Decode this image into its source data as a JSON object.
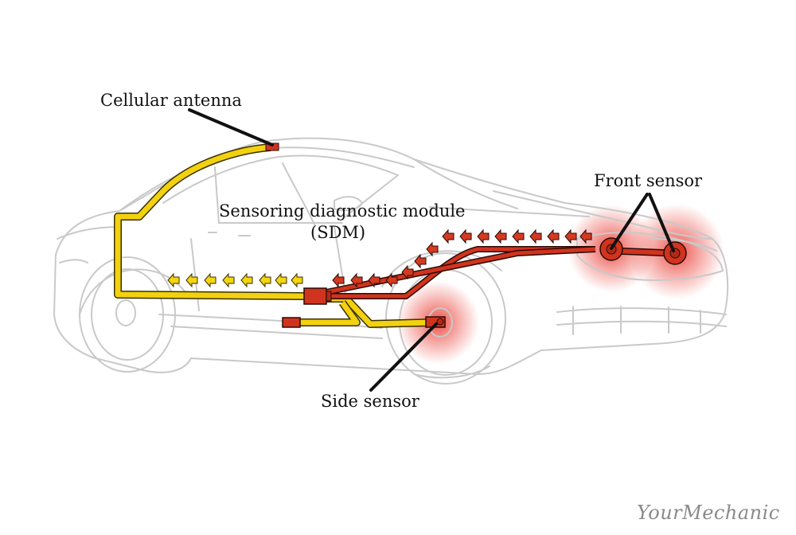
{
  "labels": {
    "cellular_antenna": "Cellular antenna",
    "front_sensor": "Front sensor",
    "sdm_line1": "Sensoring diagnostic module",
    "sdm_line2": "(SDM)",
    "side_sensor": "Side sensor"
  },
  "brand": "YourMechanic",
  "colors": {
    "wire_yellow": "#f2d10f",
    "wire_yellow_outline": "#3a3000",
    "wire_red": "#d0341e",
    "arrow_red": "#d43a22",
    "arrow_yellow": "#f4d512",
    "car_outline": "#c8c8c8",
    "sensor_glow": "#e8332a"
  }
}
